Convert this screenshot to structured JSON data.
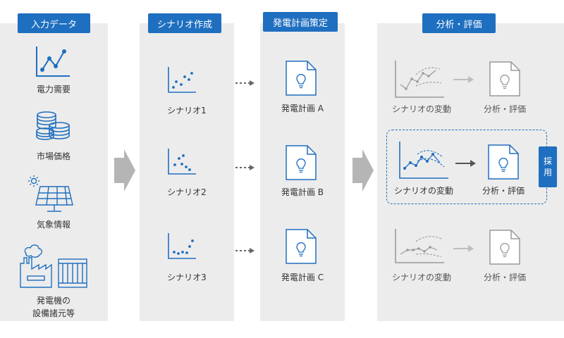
{
  "columns": {
    "input": {
      "title": "入力データ",
      "items": [
        "電力需要",
        "市場価格",
        "気象情報"
      ],
      "generator_line1": "発電機の",
      "generator_line2": "設備諸元等"
    },
    "scenario": {
      "title": "シナリオ作成",
      "items": [
        "シナリオ1",
        "シナリオ2",
        "シナリオ3"
      ]
    },
    "plan": {
      "title": "発電計画策定",
      "items": [
        "発電計画 A",
        "発電計画 B",
        "発電計画 C"
      ]
    },
    "analysis": {
      "title": "分析・評価",
      "rows": [
        {
          "left": "シナリオの変動",
          "right": "分析・評価"
        },
        {
          "left": "シナリオの変動",
          "right": "分析・評価"
        },
        {
          "left": "シナリオの変動",
          "right": "分析・評価"
        }
      ],
      "adopt_line1": "採",
      "adopt_line2": "用"
    }
  },
  "icons": {
    "demand": "line-chart-icon",
    "price": "coin-stack-icon",
    "weather": "solar-panel-icon",
    "generator": "power-plant-icon",
    "scenario": "scatter-plot-icon",
    "plan": "document-lightbulb-icon"
  },
  "colors": {
    "accent": "#1f6fc0",
    "panel": "#ececec",
    "arrow": "#b5b5b5",
    "inactive": "#9a9a9a"
  }
}
